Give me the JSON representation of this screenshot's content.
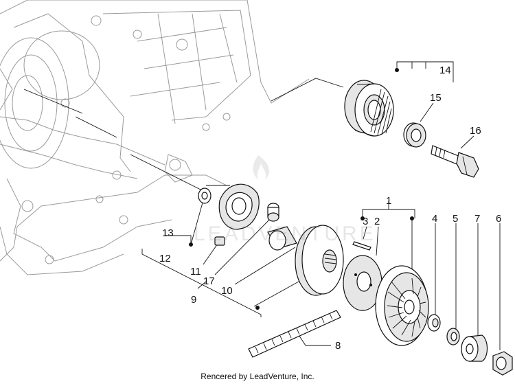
{
  "callouts": {
    "c1": "1",
    "c2": "2",
    "c3": "3",
    "c4": "4",
    "c5": "5",
    "c6": "6",
    "c7": "7",
    "c8": "8",
    "c9": "9",
    "c10": "10",
    "c11": "11",
    "c12": "12",
    "c13": "13",
    "c14": "14",
    "c15": "15",
    "c16": "16",
    "c17": "17"
  },
  "watermark": {
    "text": "LEADVENTURE"
  },
  "credit": "Rencered by LeadVenture, Inc."
}
